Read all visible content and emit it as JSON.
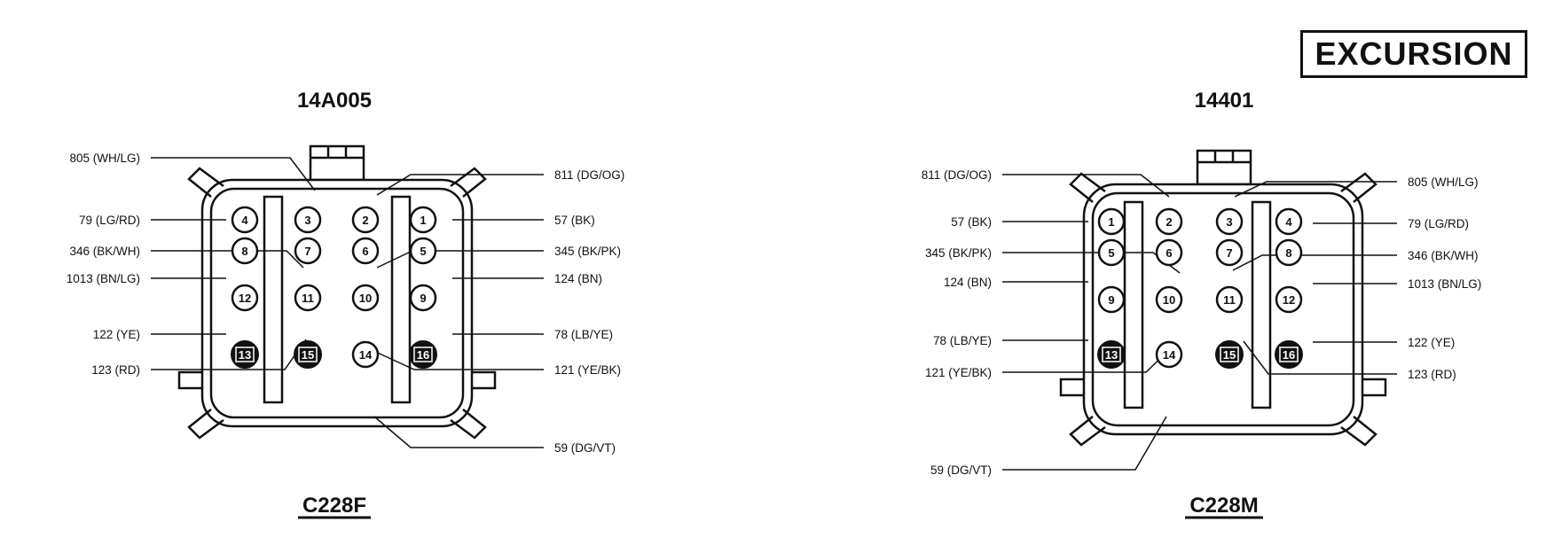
{
  "badge": "EXCURSION",
  "connectors": [
    {
      "part_number": "14A005",
      "connector_id": "C228F",
      "pins": [
        {
          "n": "4",
          "filled": false
        },
        {
          "n": "3",
          "filled": false
        },
        {
          "n": "2",
          "filled": false
        },
        {
          "n": "1",
          "filled": false
        },
        {
          "n": "8",
          "filled": false
        },
        {
          "n": "7",
          "filled": false
        },
        {
          "n": "6",
          "filled": false
        },
        {
          "n": "5",
          "filled": false
        },
        {
          "n": "12",
          "filled": false
        },
        {
          "n": "11",
          "filled": false
        },
        {
          "n": "10",
          "filled": false
        },
        {
          "n": "9",
          "filled": false
        },
        {
          "n": "13",
          "filled": true
        },
        {
          "n": "15",
          "filled": true
        },
        {
          "n": "14",
          "filled": false
        },
        {
          "n": "16",
          "filled": true
        }
      ],
      "wires": [
        {
          "label": "805 (WH/LG)",
          "pin": "3"
        },
        {
          "label": "79 (LG/RD)",
          "pin": "4"
        },
        {
          "label": "346 (BK/WH)",
          "pin": "7"
        },
        {
          "label": "1013 (BN/LG)",
          "pin": "8"
        },
        {
          "label": "122 (YE)",
          "pin": "12"
        },
        {
          "label": "123 (RD)",
          "pin": "11"
        },
        {
          "label": "811 (DG/OG)",
          "pin": "2"
        },
        {
          "label": "57 (BK)",
          "pin": "1"
        },
        {
          "label": "345 (BK/PK)",
          "pin": "6"
        },
        {
          "label": "124 (BN)",
          "pin": "5"
        },
        {
          "label": "78 (LB/YE)",
          "pin": "9"
        },
        {
          "label": "121 (YE/BK)",
          "pin": "10"
        },
        {
          "label": "59 (DG/VT)",
          "pin": "14"
        }
      ]
    },
    {
      "part_number": "14401",
      "connector_id": "C228M",
      "pins": [
        {
          "n": "1",
          "filled": false
        },
        {
          "n": "2",
          "filled": false
        },
        {
          "n": "3",
          "filled": false
        },
        {
          "n": "4",
          "filled": false
        },
        {
          "n": "5",
          "filled": false
        },
        {
          "n": "6",
          "filled": false
        },
        {
          "n": "7",
          "filled": false
        },
        {
          "n": "8",
          "filled": false
        },
        {
          "n": "9",
          "filled": false
        },
        {
          "n": "10",
          "filled": false
        },
        {
          "n": "11",
          "filled": false
        },
        {
          "n": "12",
          "filled": false
        },
        {
          "n": "13",
          "filled": true
        },
        {
          "n": "14",
          "filled": false
        },
        {
          "n": "15",
          "filled": true
        },
        {
          "n": "16",
          "filled": true
        }
      ],
      "wires": [
        {
          "label": "811 (DG/OG)",
          "pin": "2"
        },
        {
          "label": "57 (BK)",
          "pin": "1"
        },
        {
          "label": "345 (BK/PK)",
          "pin": "6"
        },
        {
          "label": "124 (BN)",
          "pin": "5"
        },
        {
          "label": "78 (LB/YE)",
          "pin": "9"
        },
        {
          "label": "121 (YE/BK)",
          "pin": "10"
        },
        {
          "label": "59 (DG/VT)",
          "pin": "14"
        },
        {
          "label": "805 (WH/LG)",
          "pin": "3"
        },
        {
          "label": "79 (LG/RD)",
          "pin": "4"
        },
        {
          "label": "346 (BK/WH)",
          "pin": "7"
        },
        {
          "label": "1013 (BN/LG)",
          "pin": "8"
        },
        {
          "label": "122 (YE)",
          "pin": "12"
        },
        {
          "label": "123 (RD)",
          "pin": "11"
        }
      ]
    }
  ]
}
